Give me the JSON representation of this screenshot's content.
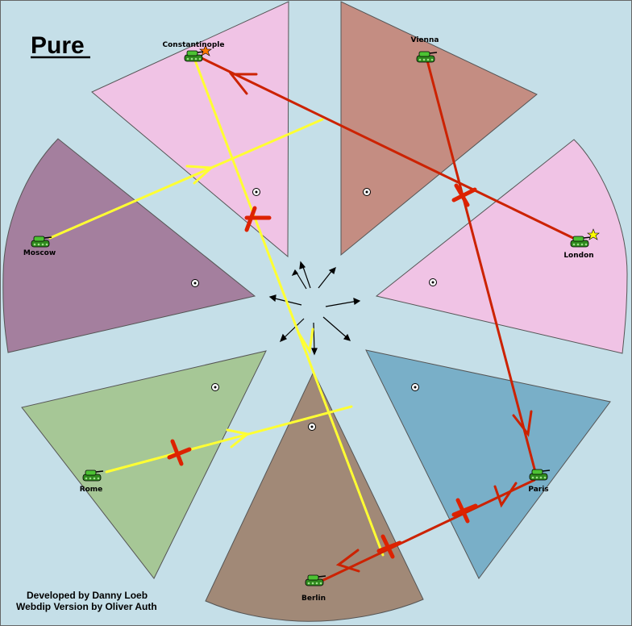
{
  "title": "Pure",
  "credits": {
    "line1": "Developed by Danny Loeb",
    "line2": "Webdip Version by Oliver Auth"
  },
  "colors": {
    "sea": "#c5dfe8",
    "move_supported": "#ffff33",
    "move_failed": "#cc2200",
    "failure_mark": "#dd2200",
    "unit": "#33aa22"
  },
  "territories": [
    {
      "id": "constantinople",
      "name": "Constantinople",
      "fill": "#f0c3e5",
      "unit": "army",
      "marker": "orange-star"
    },
    {
      "id": "vienna",
      "name": "Vienna",
      "fill": "#c48d82",
      "unit": "army"
    },
    {
      "id": "london",
      "name": "London",
      "fill": "#f0c3e5",
      "unit": "army",
      "marker": "yellow-star"
    },
    {
      "id": "paris",
      "name": "Paris",
      "fill": "#79afc8",
      "unit": "army"
    },
    {
      "id": "berlin",
      "name": "Berlin",
      "fill": "#a18977",
      "unit": "army"
    },
    {
      "id": "rome",
      "name": "Rome",
      "fill": "#a6c796",
      "unit": "army"
    },
    {
      "id": "moscow",
      "name": "Moscow",
      "fill": "#a47f9e",
      "unit": "army"
    }
  ],
  "orders": [
    {
      "from": "moscow",
      "to": "constantinople",
      "type": "support",
      "color": "yellow"
    },
    {
      "from": "constantinople",
      "to": "berlin",
      "type": "move",
      "color": "yellow",
      "failed": true
    },
    {
      "from": "rome",
      "to": "berlin",
      "type": "support",
      "color": "yellow",
      "failed": true
    },
    {
      "from": "london",
      "to": "constantinople",
      "type": "move",
      "color": "red",
      "failed": true
    },
    {
      "from": "vienna",
      "to": "paris",
      "type": "move",
      "color": "red",
      "failed": true
    },
    {
      "from": "berlin",
      "to": "paris",
      "type": "move",
      "color": "red",
      "failed": true
    },
    {
      "from": "paris",
      "to": "berlin",
      "type": "move",
      "color": "red",
      "failed": true
    }
  ]
}
